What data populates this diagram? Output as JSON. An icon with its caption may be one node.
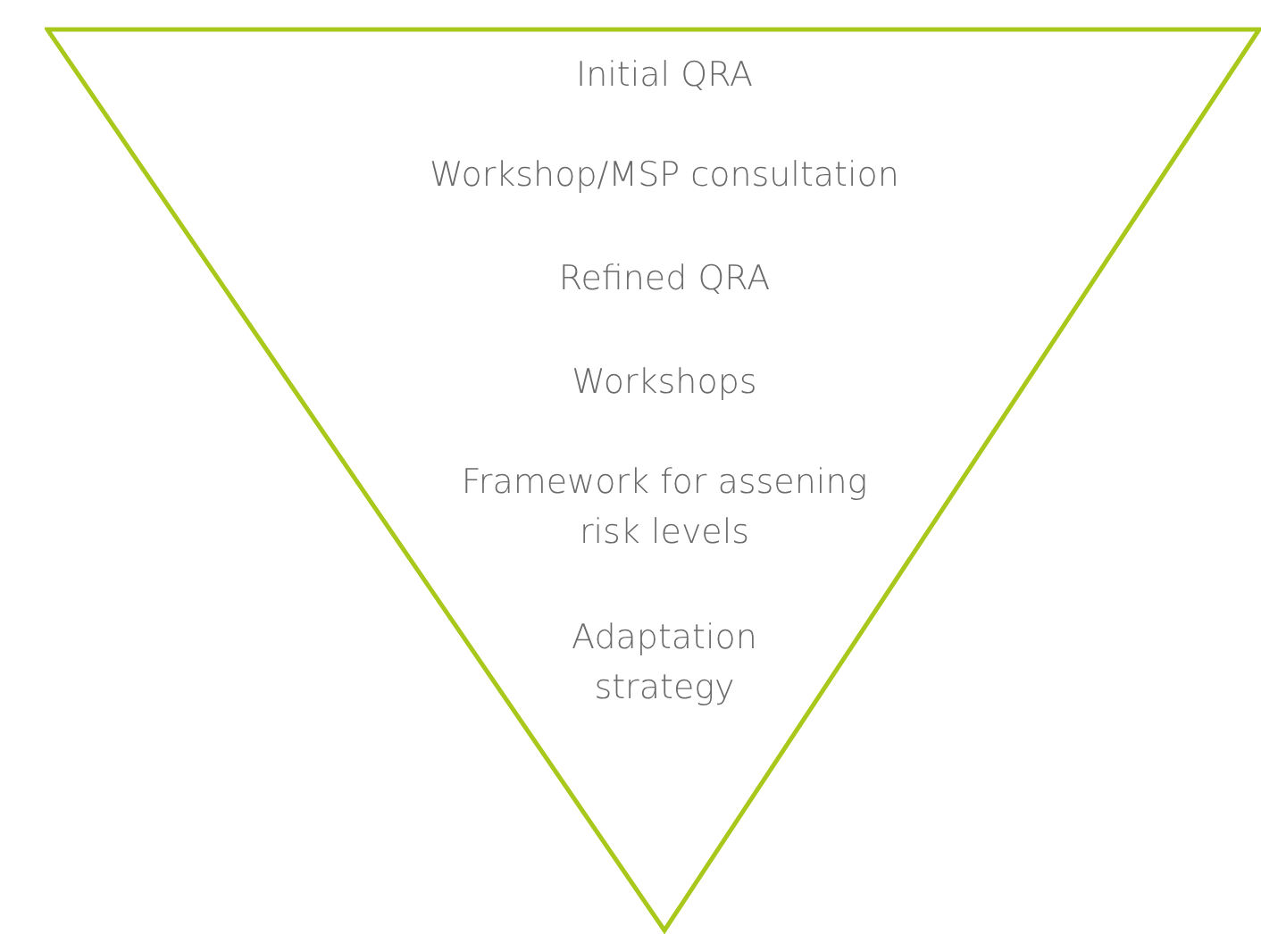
{
  "diagram": {
    "nodes": [
      {
        "text": [
          "Initial QRA",
          "Workshop/MSP consultation",
          "Refined QRA",
          "Workshops",
          "Framework for assening risk levels",
          "Adaptation strategy"
        ]
      }
    ]
  }
}
